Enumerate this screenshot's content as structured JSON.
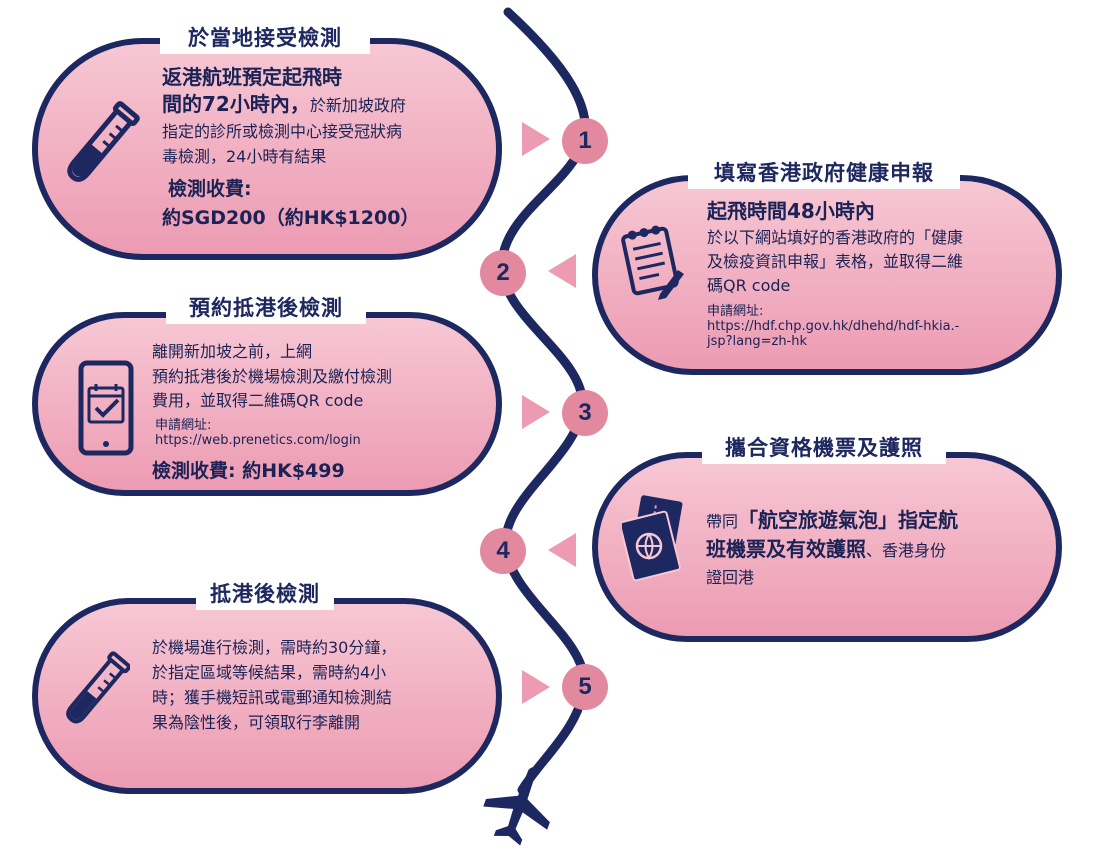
{
  "steps": [
    {
      "number": "1",
      "title": "於當地接受檢測",
      "headline_line1": "返港航班預定起飛時",
      "headline_line2": "間的72小時內，",
      "body_inline": "於新加坡政府",
      "body_line2": "指定的診所或檢測中心接受冠狀病",
      "body_line3": "毒檢測，24小時有結果",
      "fee_label": "檢測收費:",
      "fee_value": "約SGD200（約HK$1200）"
    },
    {
      "number": "2",
      "title": "填寫香港政府健康申報",
      "headline": "起飛時間48小時內",
      "body_line1": "於以下網站填好的香港政府的「健康",
      "body_line2": "及檢疫資訊申報」表格，並取得二維",
      "body_line3": "碼QR code",
      "link_label": "申請網址:",
      "link_line1": "https://hdf.chp.gov.hk/dhehd/hdf-hkia.-",
      "link_line2": "jsp?lang=zh-hk"
    },
    {
      "number": "3",
      "title": "預約抵港後檢測",
      "body_line1": "離開新加坡之前，上網",
      "body_line2": "預約抵港後於機場檢測及繳付檢測",
      "body_line3": "費用，並取得二維碼QR code",
      "link_label": "申請網址:",
      "link_url": "https://web.prenetics.com/login",
      "fee": "檢測收費: 約HK$499"
    },
    {
      "number": "4",
      "title": "攜合資格機票及護照",
      "prefix": "帶同",
      "highlight_line1": "「航空旅遊氣泡」指定航",
      "highlight_line2": "班機票及有效護照",
      "suffix_line2": "、香港身份",
      "body_line3": "證回港"
    },
    {
      "number": "5",
      "title": "抵港後檢測",
      "body_line1": "於機場進行檢測，需時約30分鐘，",
      "body_line2": "於指定區域等候結果，需時約4小",
      "body_line3": "時；獲手機短訊或電郵通知檢測結",
      "body_line4": "果為陰性後，可領取行李離開"
    }
  ],
  "icons": [
    "test-tube-icon",
    "checklist-icon",
    "phone-calendar-icon",
    "passport-ticket-icon",
    "test-tube-icon",
    "airplane-icon"
  ],
  "colors": {
    "navy": "#1e2860",
    "card_pink": "#ec9bb2",
    "card_light": "#f7c7d4",
    "badge": "#e3899f"
  }
}
